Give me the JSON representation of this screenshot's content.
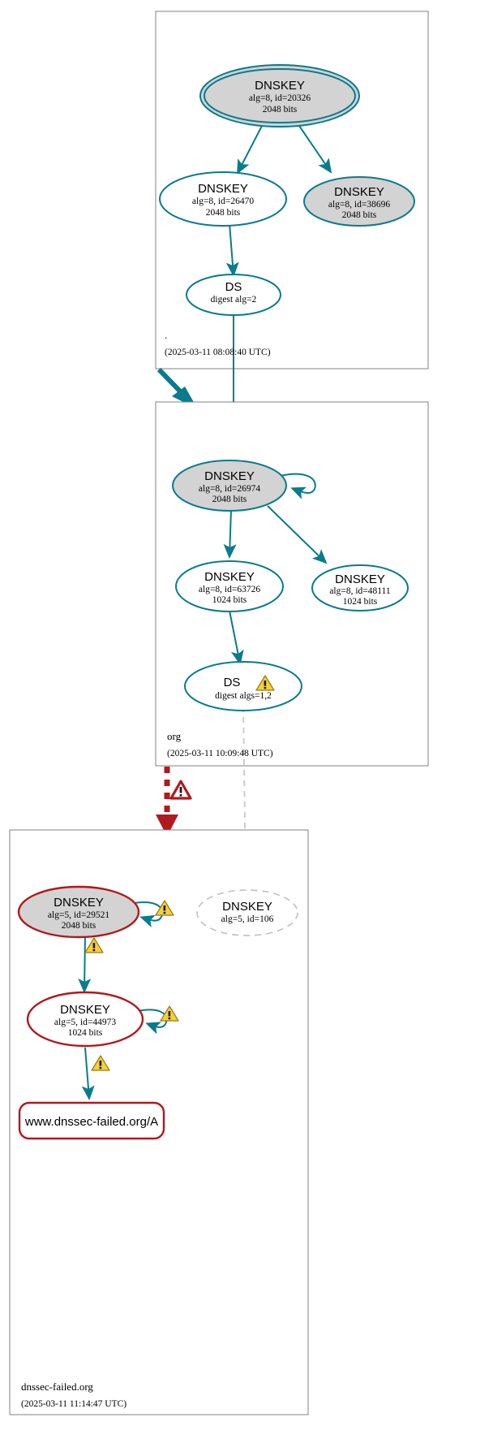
{
  "diagram": {
    "kind": "dnssec-authentication-chain",
    "colors": {
      "secure_edge": "#0a7b8c",
      "secure_node_border": "#0a7b8c",
      "bogus": "#b0191e",
      "warning": "#f2c230",
      "insecure_gray": "#b7b7b7",
      "node_fill_sep": "#d3d3d3",
      "zone_border": "#808080",
      "background": "#ffffff"
    },
    "zones": [
      {
        "id": "root",
        "name": ".",
        "timestamp": "(2025-03-11 08:08:40 UTC)",
        "nodes": [
          {
            "id": "root-ksk-20326",
            "type": "DNSKEY",
            "title": "DNSKEY",
            "line2": "alg=8, id=20326",
            "line3": "2048 bits",
            "style": "trust-anchor-double-ellipse",
            "filled": true,
            "status": "secure"
          },
          {
            "id": "root-zsk-26470",
            "type": "DNSKEY",
            "title": "DNSKEY",
            "line2": "alg=8, id=26470",
            "line3": "2048 bits",
            "style": "ellipse",
            "filled": false,
            "status": "secure"
          },
          {
            "id": "root-ksk-38696",
            "type": "DNSKEY",
            "title": "DNSKEY",
            "line2": "alg=8, id=38696",
            "line3": "2048 bits",
            "style": "ellipse",
            "filled": true,
            "status": "secure"
          },
          {
            "id": "root-ds",
            "type": "DS",
            "title": "DS",
            "line2": "digest alg=2",
            "line3": "",
            "style": "ellipse",
            "filled": false,
            "status": "secure"
          }
        ]
      },
      {
        "id": "org",
        "name": "org",
        "timestamp": "(2025-03-11 10:09:48 UTC)",
        "nodes": [
          {
            "id": "org-ksk-26974",
            "type": "DNSKEY",
            "title": "DNSKEY",
            "line2": "alg=8, id=26974",
            "line3": "2048 bits",
            "style": "ellipse",
            "filled": true,
            "status": "secure"
          },
          {
            "id": "org-zsk-63726",
            "type": "DNSKEY",
            "title": "DNSKEY",
            "line2": "alg=8, id=63726",
            "line3": "1024 bits",
            "style": "ellipse",
            "filled": false,
            "status": "secure"
          },
          {
            "id": "org-zsk-48111",
            "type": "DNSKEY",
            "title": "DNSKEY",
            "line2": "alg=8, id=48111",
            "line3": "1024 bits",
            "style": "ellipse",
            "filled": false,
            "status": "secure"
          },
          {
            "id": "org-ds",
            "type": "DS",
            "title": "DS",
            "line2": "digest algs=1,2",
            "line3": "",
            "style": "ellipse",
            "filled": false,
            "status": "warning",
            "warning_icon": "warning-triangle-icon"
          }
        ]
      },
      {
        "id": "dnssec-failed-org",
        "name": "dnssec-failed.org",
        "timestamp": "(2025-03-11 11:14:47 UTC)",
        "nodes": [
          {
            "id": "dfo-ksk-29521",
            "type": "DNSKEY",
            "title": "DNSKEY",
            "line2": "alg=5, id=29521",
            "line3": "2048 bits",
            "style": "ellipse",
            "filled": true,
            "status": "bogus",
            "warning_icon": "warning-triangle-icon"
          },
          {
            "id": "dfo-key-106",
            "type": "DNSKEY",
            "title": "DNSKEY",
            "line2": "alg=5, id=106",
            "line3": "",
            "style": "dashed-ellipse",
            "filled": false,
            "status": "insecure"
          },
          {
            "id": "dfo-zsk-44973",
            "type": "DNSKEY",
            "title": "DNSKEY",
            "line2": "alg=5, id=44973",
            "line3": "1024 bits",
            "style": "ellipse",
            "filled": false,
            "status": "bogus",
            "warning_icon": "warning-triangle-icon"
          },
          {
            "id": "dfo-a-record",
            "type": "RRset",
            "title": "www.dnssec-failed.org/A",
            "line2": "",
            "line3": "",
            "style": "rounded-rect",
            "filled": false,
            "status": "bogus"
          }
        ]
      }
    ],
    "edges": [
      {
        "from": "root-ksk-20326",
        "to": "root-ksk-20326",
        "kind": "self-loop",
        "status": "secure"
      },
      {
        "from": "root-ksk-20326",
        "to": "root-zsk-26470",
        "kind": "solid",
        "status": "secure"
      },
      {
        "from": "root-ksk-20326",
        "to": "root-ksk-38696",
        "kind": "solid",
        "status": "secure"
      },
      {
        "from": "root-zsk-26470",
        "to": "root-ds",
        "kind": "solid",
        "status": "secure"
      },
      {
        "from": "root-ds",
        "to": "org-ksk-26974",
        "kind": "solid",
        "status": "secure"
      },
      {
        "from": "root-zone",
        "to": "org-zone",
        "kind": "zone-delegation-thick",
        "status": "secure"
      },
      {
        "from": "org-ksk-26974",
        "to": "org-ksk-26974",
        "kind": "self-loop",
        "status": "secure"
      },
      {
        "from": "org-ksk-26974",
        "to": "org-zsk-63726",
        "kind": "solid",
        "status": "secure"
      },
      {
        "from": "org-ksk-26974",
        "to": "org-zsk-48111",
        "kind": "solid",
        "status": "secure"
      },
      {
        "from": "org-zsk-63726",
        "to": "org-ds",
        "kind": "solid",
        "status": "secure"
      },
      {
        "from": "org-ds",
        "to": "dfo-key-106",
        "kind": "dashed",
        "status": "insecure"
      },
      {
        "from": "org-zone",
        "to": "dnssec-failed-org-zone",
        "kind": "dotted-thick",
        "status": "bogus",
        "error_icon": "error-triangle-icon"
      },
      {
        "from": "dfo-ksk-29521",
        "to": "dfo-ksk-29521",
        "kind": "self-loop",
        "status": "secure",
        "warning_icon": "warning-triangle-icon"
      },
      {
        "from": "dfo-ksk-29521",
        "to": "dfo-zsk-44973",
        "kind": "solid",
        "status": "secure",
        "warning_icon": "warning-triangle-icon"
      },
      {
        "from": "dfo-zsk-44973",
        "to": "dfo-zsk-44973",
        "kind": "self-loop",
        "status": "secure",
        "warning_icon": "warning-triangle-icon"
      },
      {
        "from": "dfo-zsk-44973",
        "to": "dfo-a-record",
        "kind": "solid",
        "status": "secure",
        "warning_icon": "warning-triangle-icon"
      }
    ]
  }
}
